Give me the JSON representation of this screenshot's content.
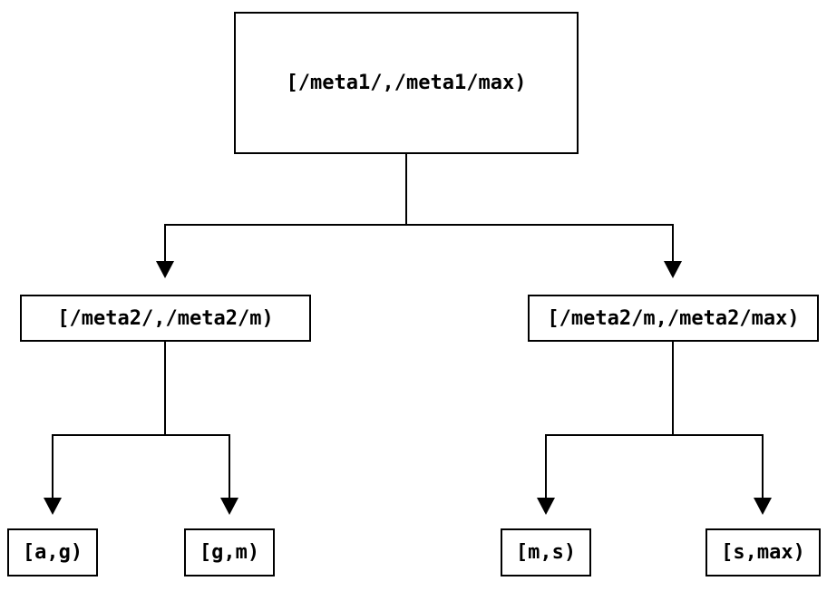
{
  "diagram": {
    "type": "tree",
    "background_color": "#ffffff",
    "line_color": "#000000",
    "node_border_color": "#000000",
    "node_fill_color": "#ffffff",
    "text_color": "#000000",
    "nodes": {
      "root": {
        "label": "[/meta1/,/meta1/max)"
      },
      "branch_left": {
        "label": "[/meta2/,/meta2/m)"
      },
      "branch_right": {
        "label": "[/meta2/m,/meta2/max)"
      },
      "leaf_a_g": {
        "label": "[a,g)"
      },
      "leaf_g_m": {
        "label": "[g,m)"
      },
      "leaf_m_s": {
        "label": "[m,s)"
      },
      "leaf_s_max": {
        "label": "[s,max)"
      }
    },
    "edges": [
      {
        "from": "root",
        "to": "branch_left"
      },
      {
        "from": "root",
        "to": "branch_right"
      },
      {
        "from": "branch_left",
        "to": "leaf_a_g"
      },
      {
        "from": "branch_left",
        "to": "leaf_g_m"
      },
      {
        "from": "branch_right",
        "to": "leaf_m_s"
      },
      {
        "from": "branch_right",
        "to": "leaf_s_max"
      }
    ]
  }
}
